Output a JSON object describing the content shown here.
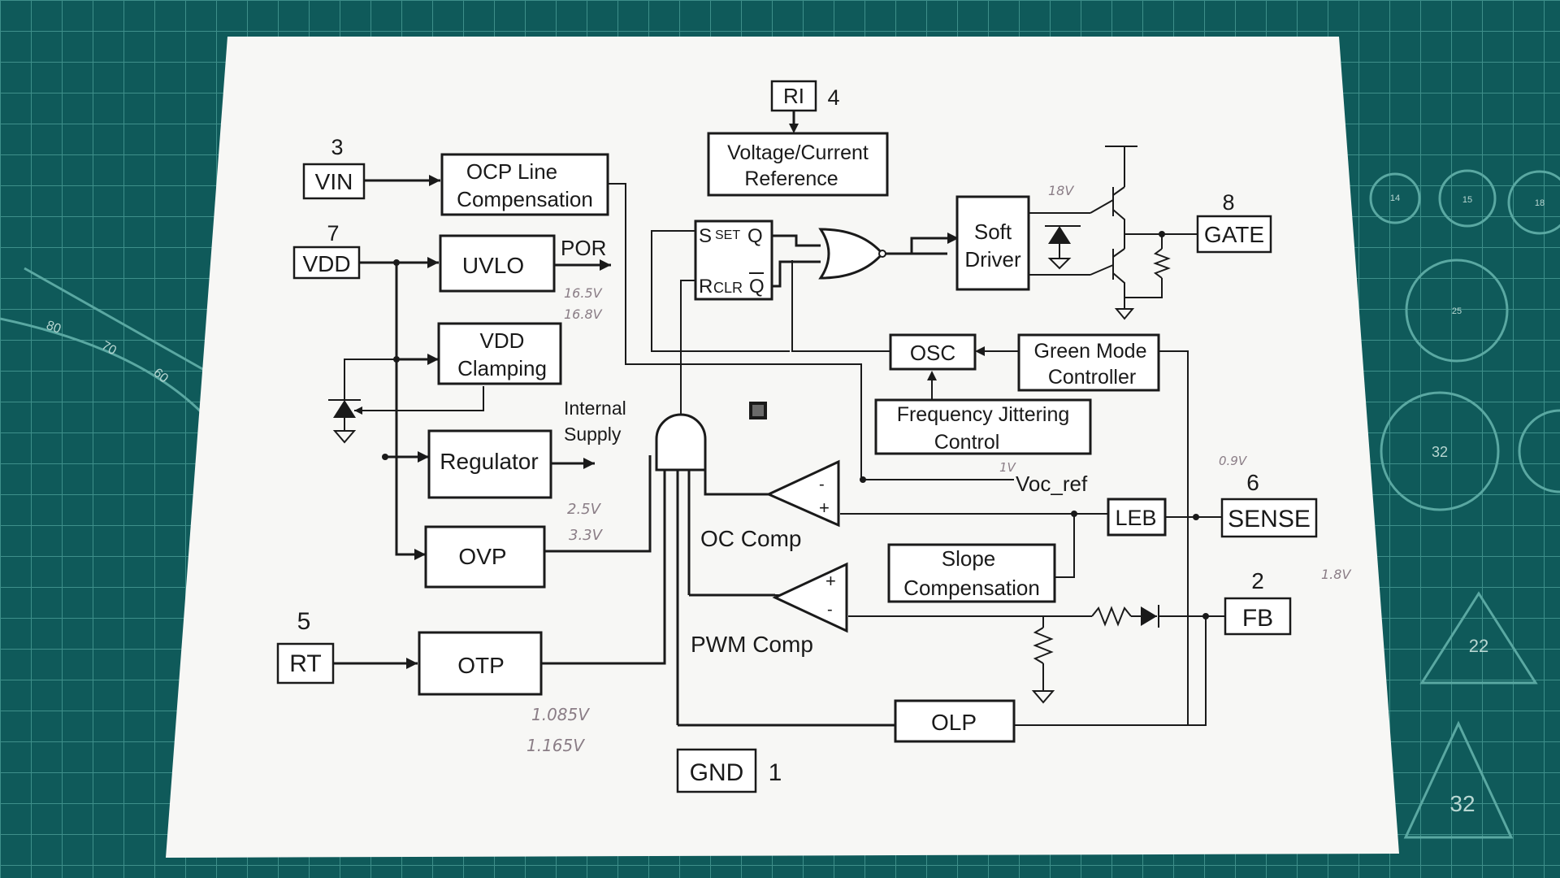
{
  "colors": {
    "mat": "#0f5a5a",
    "mat_grid": "#3e8f8a",
    "paper": "#f7f7f5",
    "ink": "#1a1a1a",
    "pencil": "#8a7d86"
  },
  "pins": {
    "vin": {
      "num": "3",
      "label": "VIN"
    },
    "vdd": {
      "num": "7",
      "label": "VDD"
    },
    "rt": {
      "num": "5",
      "label": "RT"
    },
    "ri": {
      "num": "4",
      "label": "RI"
    },
    "gate": {
      "num": "8",
      "label": "GATE"
    },
    "sense": {
      "num": "6",
      "label": "SENSE"
    },
    "fb": {
      "num": "2",
      "label": "FB"
    },
    "gnd": {
      "num": "1",
      "label": "GND"
    }
  },
  "blocks": {
    "ocp": {
      "line1": "OCP Line",
      "line2": "Compensation"
    },
    "uvlo": "UVLO",
    "vdd_clamp": {
      "line1": "VDD",
      "line2": "Clamping"
    },
    "regulator": "Regulator",
    "ovp": "OVP",
    "otp": "OTP",
    "vref": {
      "line1": "Voltage/Current",
      "line2": "Reference"
    },
    "flipflop": {
      "s": "S",
      "set": "SET",
      "q": "Q",
      "r": "R",
      "clr": "CLR",
      "qbar": "Q"
    },
    "soft": {
      "line1": "Soft",
      "line2": "Driver"
    },
    "osc": "OSC",
    "green": {
      "line1": "Green Mode",
      "line2": "Controller"
    },
    "jitter": {
      "line1": "Frequency Jittering",
      "line2": "Control"
    },
    "leb": "LEB",
    "slope": {
      "line1": "Slope",
      "line2": "Compensation"
    },
    "olp": "OLP"
  },
  "labels": {
    "por": "POR",
    "internal_supply": {
      "line1": "Internal",
      "line2": "Supply"
    },
    "oc_comp": "OC  Comp",
    "pwm_comp": "PWM Comp",
    "voc_ref": "Voc_ref",
    "minus": "-",
    "plus": "+"
  },
  "mat_numbers": [
    "14",
    "15",
    "18",
    "25",
    "32",
    "22",
    "32",
    "80",
    "70",
    "60"
  ],
  "notes": [
    "1.085V",
    "1.165V",
    "2.5V",
    "3.3V",
    "16.5V",
    "16.8V",
    "18V",
    "1V",
    "0.9V",
    "1.8V"
  ]
}
